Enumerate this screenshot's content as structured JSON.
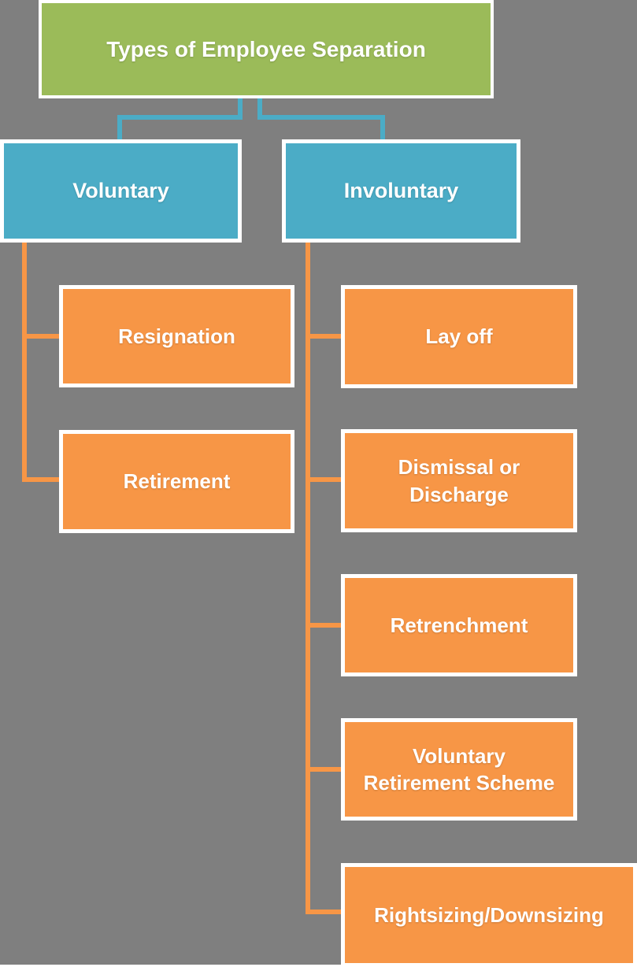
{
  "diagram": {
    "title": "Types of Employee Separation",
    "branches": [
      {
        "label": "Voluntary",
        "children": [
          {
            "label": "Resignation"
          },
          {
            "label": "Retirement"
          }
        ]
      },
      {
        "label": "Involuntary",
        "children": [
          {
            "label": "Lay off"
          },
          {
            "label": "Dismissal or\nDischarge"
          },
          {
            "label": "Retrenchment"
          },
          {
            "label": "Voluntary\nRetirement Scheme"
          },
          {
            "label": "Rightsizing/Downsizing"
          }
        ]
      }
    ],
    "colors": {
      "background": "#7F7F7F",
      "root_fill": "#9BBB59",
      "branch_fill": "#4BACC6",
      "leaf_fill": "#F79646",
      "connector_blue": "#4BACC6",
      "connector_orange": "#F79646",
      "node_border": "#FFFFFF",
      "text": "#FFFFFF"
    }
  }
}
